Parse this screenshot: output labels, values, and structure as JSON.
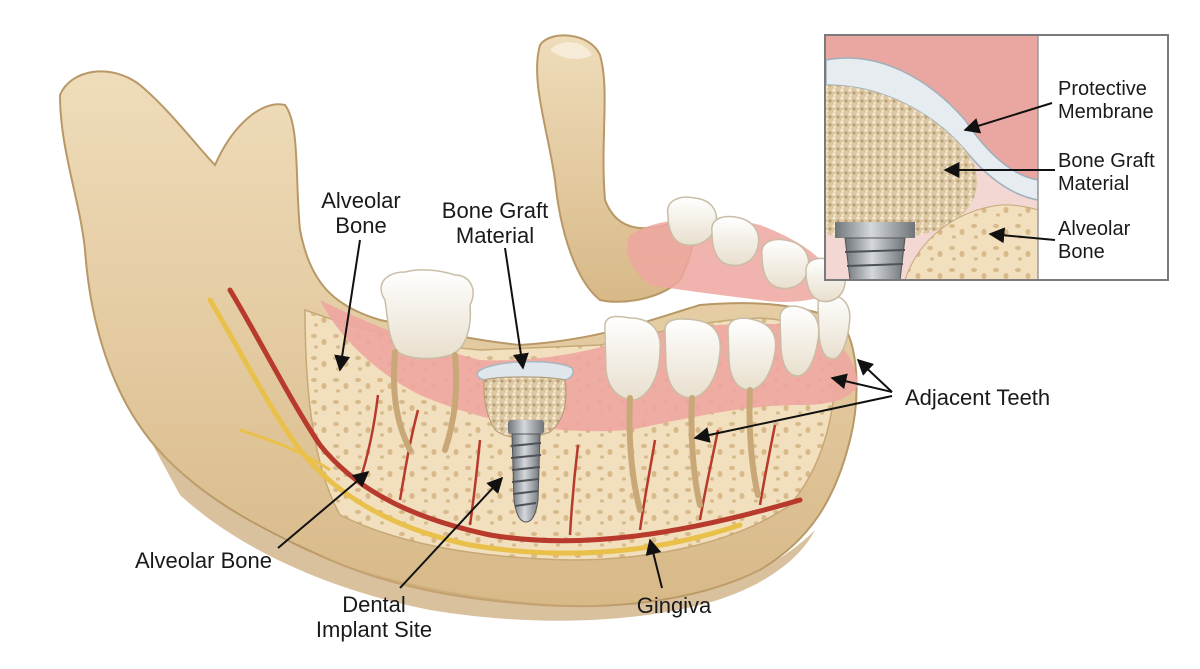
{
  "labels": {
    "alveolar_bone_top": "Alveolar\nBone",
    "bone_graft_material": "Bone Graft\nMaterial",
    "adjacent_teeth": "Adjacent Teeth",
    "alveolar_bone_bottom": "Alveolar Bone",
    "dental_implant_site": "Dental\nImplant Site",
    "gingiva": "Gingiva"
  },
  "inset": {
    "protective_membrane": "Protective\nMembrane",
    "bone_graft_material": "Bone Graft\nMaterial",
    "alveolar_bone": "Alveolar\nBone"
  },
  "colors": {
    "bone": "#e9d3ad",
    "bone_shadow": "#cfb083",
    "cancellous": "#f0dcb6",
    "gum": "#eea6a0",
    "gum_dark": "#d9847f",
    "tooth": "#f6f1e7",
    "nerve_yellow": "#e8c04a",
    "vessel_red": "#b83a2c",
    "graft": "#d9c19a",
    "metal": "#9ea3a8"
  }
}
